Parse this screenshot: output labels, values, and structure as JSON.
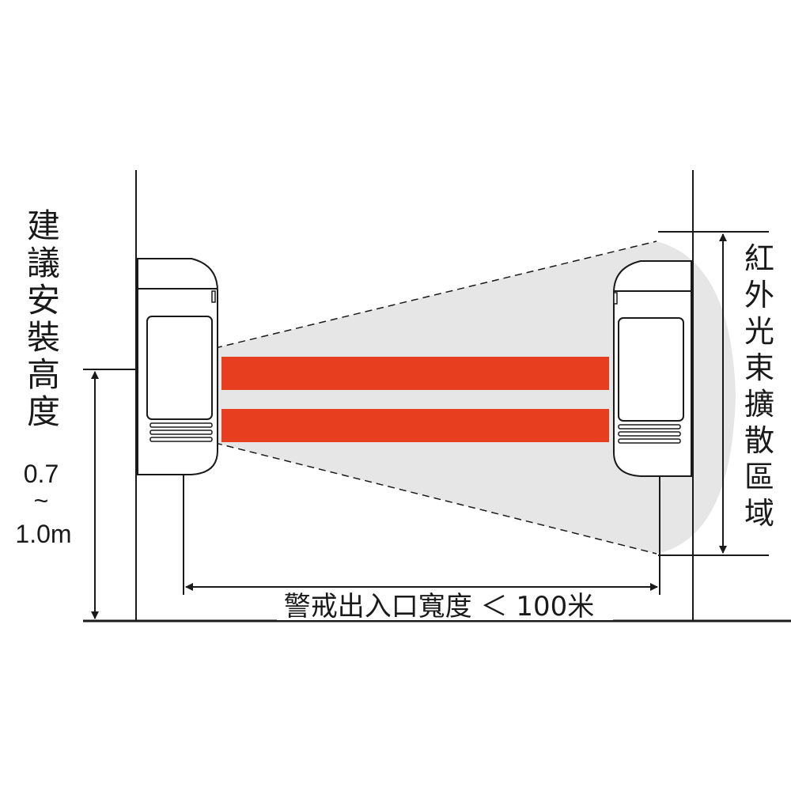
{
  "install_height": {
    "label_chars": [
      "建",
      "議",
      "安",
      "裝",
      "高",
      "度"
    ],
    "value_top": "0.7",
    "value_tilde": "~",
    "value_bottom": "1.0m"
  },
  "spread_area": {
    "label_chars": [
      "紅",
      "外",
      "光",
      "束",
      "擴",
      "散",
      "區",
      "域"
    ]
  },
  "width_note": {
    "text": "警戒出入口寬度 ＜ 100米"
  },
  "beams": {
    "count": 2,
    "color": "#e63e1f"
  },
  "colors": {
    "spread_fill": "#e6e6e6",
    "device_body": "#ffffff",
    "lines": "#1a1a1a"
  }
}
